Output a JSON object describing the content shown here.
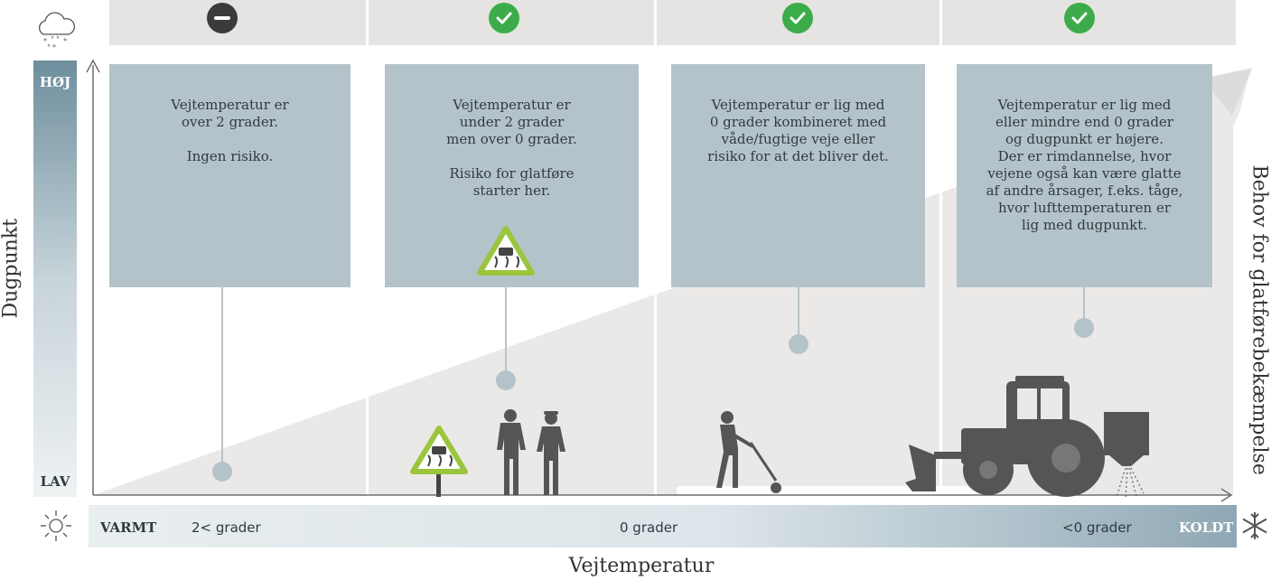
{
  "icons": {
    "weather": "rain-snow-cloud-icon",
    "sun": "sun-icon",
    "snowflake": "snowflake-icon",
    "tractor": "tractor-icon",
    "warning_sign": "slippery-road-sign-icon",
    "people": "workers-icon",
    "spreader": "walking-spreader-icon"
  },
  "colors": {
    "card": "#b4c3ca",
    "top_band": "#e6e4e2",
    "wedge": "#ebe9e7",
    "ok": "#3cac4a",
    "neutral": "#3b3b3b",
    "sign_yellow": "#9bc53d",
    "silhouette": "#555555"
  },
  "y_axis": {
    "label": "Dugpunkt",
    "high": "HØJ",
    "low": "LAV"
  },
  "x_axis": {
    "label": "Vejtemperatur",
    "warm": "VARMT",
    "cold": "KOLDT",
    "tick_left": "2< grader",
    "tick_mid": "0 grader",
    "tick_right": "<0 grader"
  },
  "right_label": "Behov for glatførebekæmpelse",
  "columns": [
    {
      "status": "neutral",
      "status_icon": "minus-circle-icon",
      "text1": "Vejtemperatur er\nover 2 grader.",
      "text2": "Ingen risiko."
    },
    {
      "status": "ok",
      "status_icon": "check-circle-icon",
      "text1": "Vejtemperatur er\nunder 2 grader\nmen over 0 grader.",
      "text2": "Risiko for glatføre\nstarter her."
    },
    {
      "status": "ok",
      "status_icon": "check-circle-icon",
      "text1": "Vejtemperatur er lig med\n0 grader kombineret med\nvåde/fugtige veje eller\nrisiko for at det bliver det.",
      "text2": ""
    },
    {
      "status": "ok",
      "status_icon": "check-circle-icon",
      "text1": "Vejtemperatur er lig med\neller mindre end 0 grader\nog dugpunkt er højere.\nDer er rimdannelse, hvor\nvejene også kan være glatte\naf andre årsager, f.eks. tåge,\nhvor lufttemperaturen er\nlig med dugpunkt.",
      "text2": ""
    }
  ]
}
